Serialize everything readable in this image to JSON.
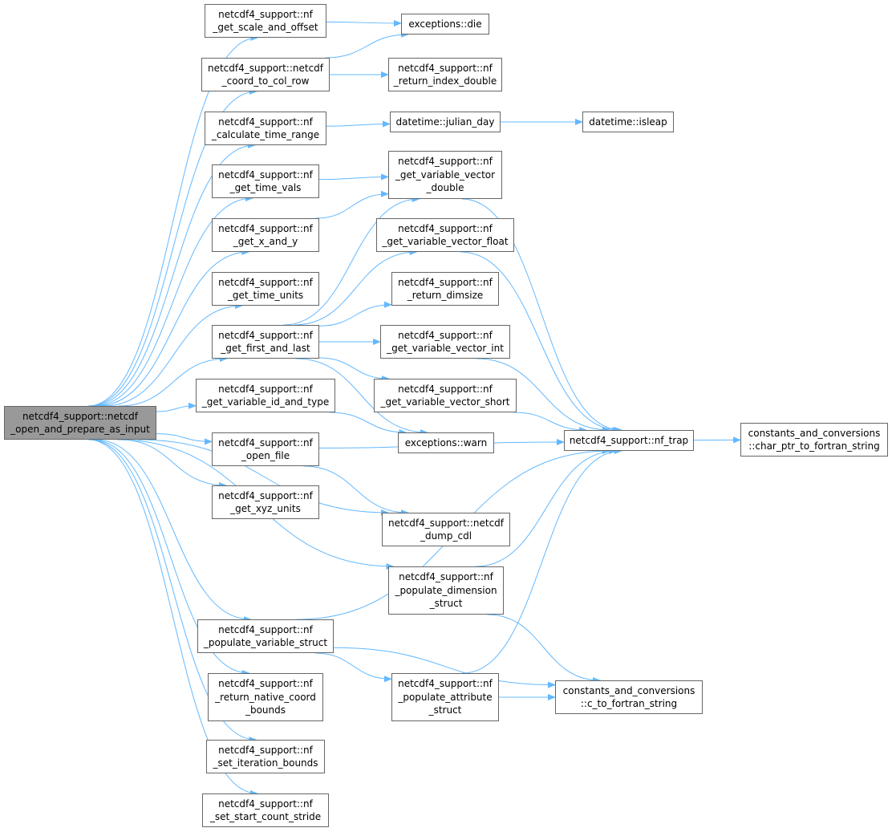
{
  "diagram": {
    "edge_color": "#63b8ff",
    "root": "netcdf4_support::netcdf\n_open_and_prepare_as_input",
    "nodes": {
      "root": "netcdf4_support::netcdf\n_open_and_prepare_as_input",
      "get_scale_and_offset": "netcdf4_support::nf\n_get_scale_and_offset",
      "coord_to_col_row": "netcdf4_support::netcdf\n_coord_to_col_row",
      "calculate_time_range": "netcdf4_support::nf\n_calculate_time_range",
      "get_time_vals": "netcdf4_support::nf\n_get_time_vals",
      "get_x_and_y": "netcdf4_support::nf\n_get_x_and_y",
      "get_time_units": "netcdf4_support::nf\n_get_time_units",
      "get_first_and_last": "netcdf4_support::nf\n_get_first_and_last",
      "get_variable_id_and_type": "netcdf4_support::nf\n_get_variable_id_and_type",
      "open_file": "netcdf4_support::nf\n_open_file",
      "get_xyz_units": "netcdf4_support::nf\n_get_xyz_units",
      "populate_variable_struct": "netcdf4_support::nf\n_populate_variable_struct",
      "return_native_coord_bounds": "netcdf4_support::nf\n_return_native_coord\n_bounds",
      "set_iteration_bounds": "netcdf4_support::nf\n_set_iteration_bounds",
      "set_start_count_stride": "netcdf4_support::nf\n_set_start_count_stride",
      "exceptions_die": "exceptions::die",
      "return_index_double": "netcdf4_support::nf\n_return_index_double",
      "julian_day": "datetime::julian_day",
      "isleap": "datetime::isleap",
      "get_variable_vector_double": "netcdf4_support::nf\n_get_variable_vector\n_double",
      "get_variable_vector_float": "netcdf4_support::nf\n_get_variable_vector_float",
      "return_dimsize": "netcdf4_support::nf\n_return_dimsize",
      "get_variable_vector_int": "netcdf4_support::nf\n_get_variable_vector_int",
      "get_variable_vector_short": "netcdf4_support::nf\n_get_variable_vector_short",
      "exceptions_warn": "exceptions::warn",
      "nf_trap": "netcdf4_support::nf_trap",
      "char_ptr_to_fortran_string": "constants_and_conversions\n::char_ptr_to_fortran_string",
      "netcdf_dump_cdl": "netcdf4_support::netcdf\n_dump_cdl",
      "populate_dimension_struct": "netcdf4_support::nf\n_populate_dimension\n_struct",
      "populate_attribute_struct": "netcdf4_support::nf\n_populate_attribute\n_struct",
      "c_to_fortran_string": "constants_and_conversions\n::c_to_fortran_string"
    },
    "edges": [
      [
        "root",
        "get_scale_and_offset"
      ],
      [
        "root",
        "coord_to_col_row"
      ],
      [
        "root",
        "calculate_time_range"
      ],
      [
        "root",
        "get_time_vals"
      ],
      [
        "root",
        "get_x_and_y"
      ],
      [
        "root",
        "get_time_units"
      ],
      [
        "root",
        "get_first_and_last"
      ],
      [
        "root",
        "get_variable_id_and_type"
      ],
      [
        "root",
        "open_file"
      ],
      [
        "root",
        "get_xyz_units"
      ],
      [
        "root",
        "netcdf_dump_cdl"
      ],
      [
        "root",
        "populate_dimension_struct"
      ],
      [
        "root",
        "populate_variable_struct"
      ],
      [
        "root",
        "return_native_coord_bounds"
      ],
      [
        "root",
        "set_iteration_bounds"
      ],
      [
        "root",
        "set_start_count_stride"
      ],
      [
        "get_scale_and_offset",
        "exceptions_die"
      ],
      [
        "coord_to_col_row",
        "exceptions_die"
      ],
      [
        "coord_to_col_row",
        "return_index_double"
      ],
      [
        "calculate_time_range",
        "julian_day"
      ],
      [
        "julian_day",
        "isleap"
      ],
      [
        "get_time_vals",
        "get_variable_vector_double"
      ],
      [
        "get_x_and_y",
        "get_variable_vector_double"
      ],
      [
        "get_first_and_last",
        "get_variable_vector_double"
      ],
      [
        "get_first_and_last",
        "get_variable_vector_float"
      ],
      [
        "get_first_and_last",
        "return_dimsize"
      ],
      [
        "get_first_and_last",
        "get_variable_vector_int"
      ],
      [
        "get_first_and_last",
        "get_variable_vector_short"
      ],
      [
        "get_first_and_last",
        "exceptions_warn"
      ],
      [
        "get_variable_id_and_type",
        "exceptions_warn"
      ],
      [
        "get_variable_vector_double",
        "nf_trap"
      ],
      [
        "get_variable_vector_float",
        "nf_trap"
      ],
      [
        "get_variable_vector_int",
        "nf_trap"
      ],
      [
        "get_variable_vector_short",
        "nf_trap"
      ],
      [
        "open_file",
        "nf_trap"
      ],
      [
        "open_file",
        "netcdf_dump_cdl"
      ],
      [
        "populate_dimension_struct",
        "nf_trap"
      ],
      [
        "populate_dimension_struct",
        "c_to_fortran_string"
      ],
      [
        "populate_variable_struct",
        "nf_trap"
      ],
      [
        "populate_variable_struct",
        "populate_attribute_struct"
      ],
      [
        "populate_variable_struct",
        "c_to_fortran_string"
      ],
      [
        "populate_attribute_struct",
        "nf_trap"
      ],
      [
        "populate_attribute_struct",
        "c_to_fortran_string"
      ],
      [
        "nf_trap",
        "char_ptr_to_fortran_string"
      ]
    ]
  }
}
